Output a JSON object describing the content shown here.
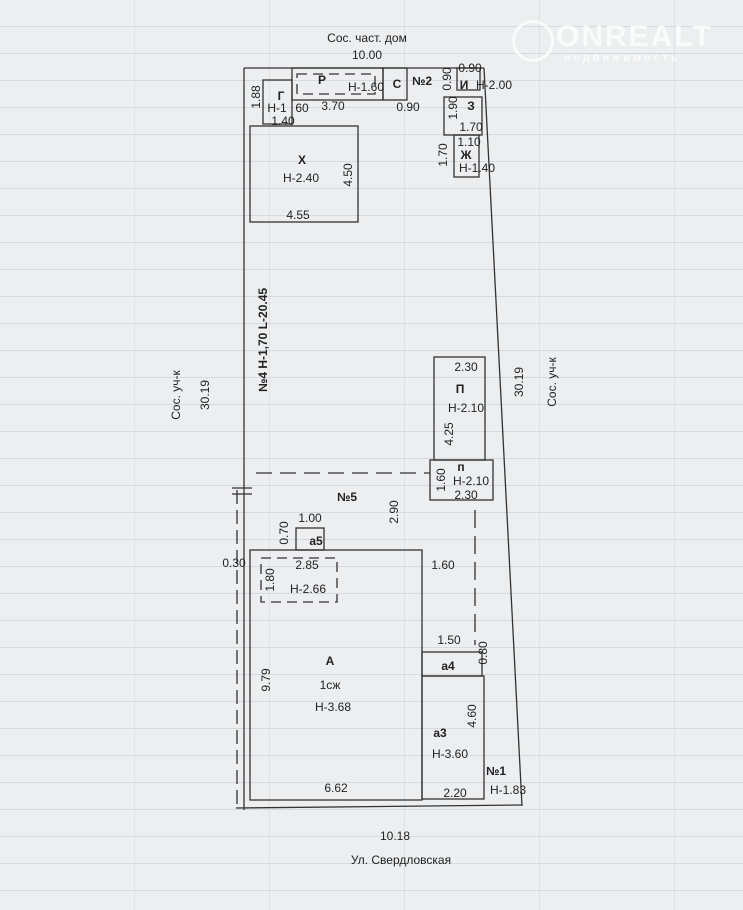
{
  "watermark": {
    "brand": "ONREALT",
    "sub": "недвижимость"
  },
  "labels": {
    "top_neighbor": "Сос. част. дом",
    "top_width": "10.00",
    "r": "Р",
    "r_h": "Н-1.60",
    "s": "С",
    "no2": "№2",
    "d090a": "0.90",
    "d090b": "0.90",
    "i": "И",
    "i_h": "Н-2.00",
    "d188": "1.88",
    "g": "Г",
    "g_h1": "Н-1",
    "g_h2": "60",
    "d370": "3.70",
    "d090c": "0.90",
    "d140": "1.40",
    "d190": "1.90",
    "z": "З",
    "d170a": "1.70",
    "d110": "1.10",
    "zh": "Ж",
    "zh_h": "Н-1.40",
    "d170b": "1.70",
    "x": "Х",
    "x_h": "Н-2.40",
    "d450": "4.50",
    "d455": "4.55",
    "no4": "№4 Н-1,70 L-20.45",
    "left_neighbor": "Сос. уч-к",
    "left_len": "30.19",
    "right_len": "30.19",
    "right_neighbor": "Сос. уч-к",
    "d230a": "2.30",
    "p1": "П",
    "p1_h": "Н-2.10",
    "d425": "4.25",
    "d160a": "1.60",
    "p2": "п",
    "p2_h": "Н-2.10",
    "d230b": "2.30",
    "no5": "№5",
    "d290": "2.90",
    "d100": "1.00",
    "d070": "0.70",
    "a5": "а5",
    "d030": "0.30",
    "d285": "2.85",
    "d180": "1.80",
    "h266": "Н-2.66",
    "d160b": "1.60",
    "d150": "1.50",
    "a4": "а4",
    "d080": "0.80",
    "a": "А",
    "a_type": "1сж",
    "a_h": "Н-3.68",
    "d979": "9.79",
    "d460": "4.60",
    "a3": "а3",
    "a3_h": "Н-3.60",
    "no1": "№1",
    "no1_h": "Н-1.83",
    "d662": "6.62",
    "d220": "2.20",
    "bottom_width": "10.18",
    "street": "Ул. Свердловская"
  }
}
